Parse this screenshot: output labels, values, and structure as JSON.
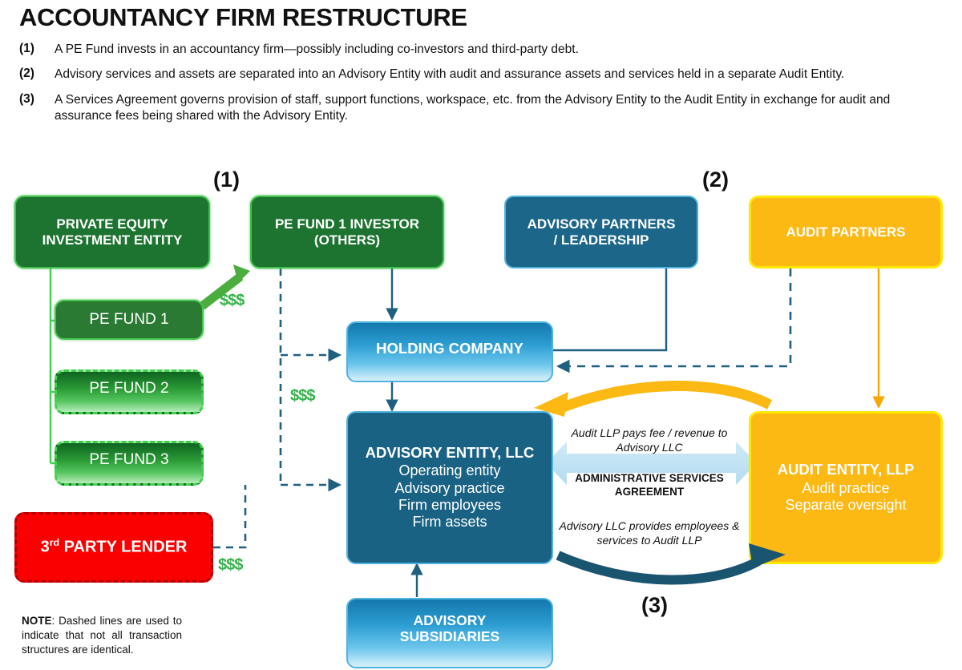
{
  "header": {
    "title": "ACCOUNTANCY FIRM RESTRUCTURE",
    "bullets": [
      {
        "num": "(1)",
        "text": "A  PE Fund invests in an accountancy firm—possibly including co-investors and third-party debt."
      },
      {
        "num": "(2)",
        "text": "Advisory services and assets are separated into an Advisory Entity with audit and assurance assets and services held in a separate Audit Entity."
      },
      {
        "num": "(3)",
        "text": "A Services Agreement governs provision of staff, support functions, workspace, etc. from the Advisory Entity to the  Audit Entity in exchange for audit and assurance fees being shared with the Advisory Entity."
      }
    ]
  },
  "step_labels": {
    "one": "(1)",
    "two": "(2)",
    "three": "(3)"
  },
  "money_labels": {
    "m1": "$$$",
    "m2": "$$$",
    "m3": "$$$"
  },
  "nodes": {
    "private_equity": {
      "title_line1": "PRIVATE EQUITY",
      "title_line2": "INVESTMENT ENTITY",
      "color": "#1d7330"
    },
    "pe_fund_1": {
      "label": "PE FUND 1",
      "color": "#2a7a33"
    },
    "pe_fund_2": {
      "label": "PE FUND 2",
      "color": "#2a9a35"
    },
    "pe_fund_3": {
      "label": "PE FUND 3",
      "color": "#2a9a35"
    },
    "third_party_lender": {
      "label_pre": "3",
      "label_sup": "rd",
      "label_post": " PARTY LENDER",
      "color": "#fb0000"
    },
    "pe_fund_1_investor": {
      "title_line1": "PE FUND 1 INVESTOR",
      "title_line2": "(OTHERS)",
      "color": "#1d7330"
    },
    "advisory_partners": {
      "title_line1": "ADVISORY PARTNERS",
      "title_line2": "/ LEADERSHIP",
      "color": "#1b6689"
    },
    "audit_partners": {
      "title": "AUDIT PARTNERS",
      "color": "#fcb813"
    },
    "holding_company": {
      "title": "HOLDING COMPANY",
      "color": "#2d9ed2"
    },
    "advisory_entity": {
      "title": "ADVISORY ENTITY, LLC",
      "lines": [
        "Operating entity",
        "Advisory practice",
        "Firm employees",
        "Firm assets"
      ],
      "color": "#1a6283"
    },
    "audit_entity": {
      "title": "AUDIT ENTITY, LLP",
      "lines": [
        "Audit practice",
        "Separate oversight"
      ],
      "color": "#fcb813"
    },
    "advisory_subsidiaries": {
      "title_line1": "ADVISORY",
      "title_line2": "SUBSIDIARIES",
      "color": "#2d9ed2"
    }
  },
  "services_agreement": {
    "top_caption": "Audit LLP pays fee / revenue to Advisory LLC",
    "band_line1": "ADMINISTRATIVE SERVICES",
    "band_line2": "AGREEMENT",
    "bottom_caption": "Advisory LLC provides employees & services to Audit LLP",
    "band_color": "#bfe3f3"
  },
  "note": {
    "bold": "NOTE",
    "text": ": Dashed lines are used to indicate that not all transaction structures are identical."
  },
  "colors": {
    "green_dark": "#1d7330",
    "green_bright": "#3fc04a",
    "money_green": "#35b24a",
    "red": "#fb0000",
    "blue_dark": "#1a6283",
    "blue_light": "#4fb3e0",
    "yellow": "#fcb813",
    "yellow_border": "#ffe800",
    "dash_blue": "#1f5f80"
  }
}
